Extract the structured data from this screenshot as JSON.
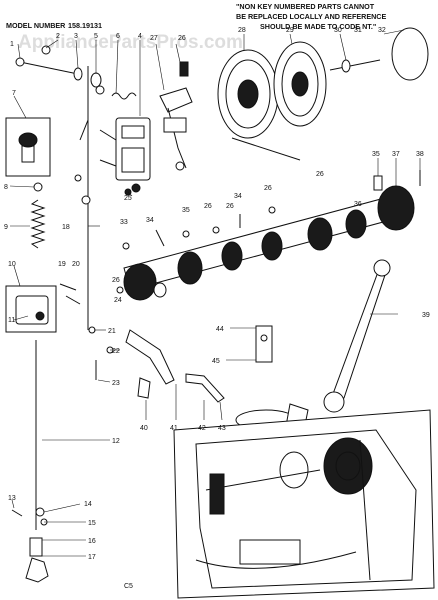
{
  "header": {
    "model_prefix": "MODEL NUMBER",
    "model_number": "158.19131",
    "note_line1": "\"NON KEY NUMBERED PARTS CANNOT",
    "note_line2": "BE REPLACED LOCALLY AND REFERENCE",
    "note_line3": "SHOULD BE MADE TO CODE NT.\""
  },
  "watermark": "AppliancePartsPros.com",
  "footer_code": "C5",
  "callouts": {
    "c1": "1",
    "c2": "2",
    "c3": "3",
    "c4": "4",
    "c5": "5",
    "c6": "6",
    "c7": "7",
    "c8": "8",
    "c9": "9",
    "c10": "10",
    "c11": "11",
    "c12": "12",
    "c13": "13",
    "c14": "14",
    "c15": "15",
    "c16": "16",
    "c17": "17",
    "c18": "18",
    "c19": "19",
    "c20": "20",
    "c21": "21",
    "c22": "22",
    "c23": "23",
    "c24": "24",
    "c25": "25",
    "c26a": "26",
    "c26b": "26",
    "c26c": "26",
    "c26d": "26",
    "c26e": "26",
    "c26f": "26",
    "c27": "27",
    "c28": "28",
    "c29": "29",
    "c30": "30",
    "c31": "31",
    "c32": "32",
    "c33": "33",
    "c34a": "34",
    "c34b": "34",
    "c35a": "35",
    "c35b": "35",
    "c36": "36",
    "c37": "37",
    "c38": "38",
    "c39": "39",
    "c40": "40",
    "c41": "41",
    "c42": "42",
    "c43": "43",
    "c44": "44",
    "c45": "45"
  }
}
